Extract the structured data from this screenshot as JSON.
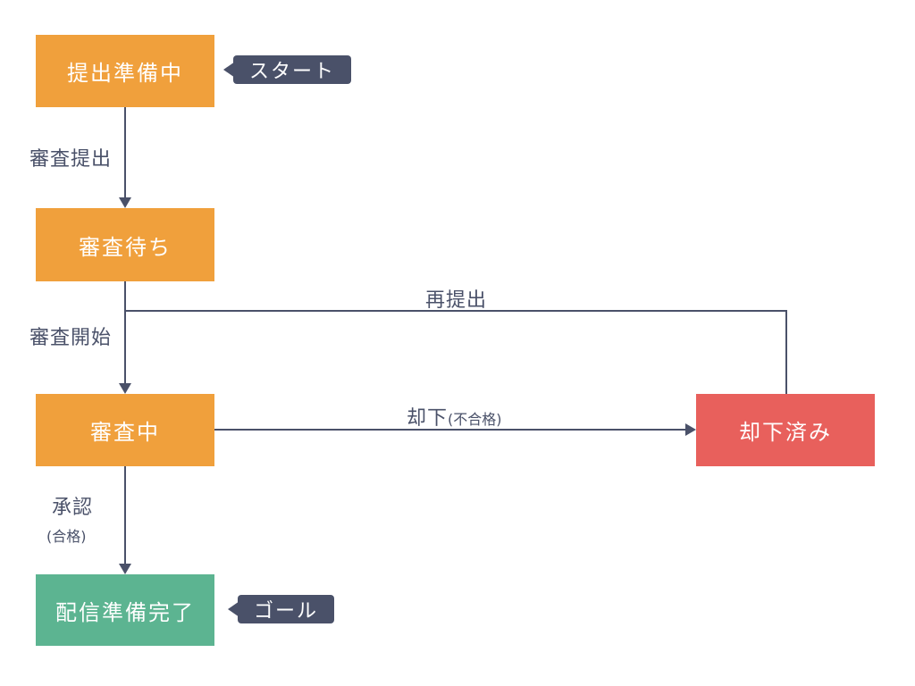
{
  "colors": {
    "state_orange": "#F0A03C",
    "rejected_red": "#E8605C",
    "done_green": "#5CB491",
    "badge_slate": "#4A5169",
    "line": "#4A5169",
    "node_text": "#FFFFFF",
    "background": "#FFFFFF"
  },
  "nodes": {
    "preparing": {
      "label": "提出準備中",
      "color": "#F0A03C"
    },
    "waiting": {
      "label": "審査待ち",
      "color": "#F0A03C"
    },
    "reviewing": {
      "label": "審査中",
      "color": "#F0A03C"
    },
    "rejected": {
      "label": "却下済み",
      "color": "#E8605C"
    },
    "ready": {
      "label": "配信準備完了",
      "color": "#5CB491"
    }
  },
  "badges": {
    "start": {
      "label": "スタート",
      "color": "#4A5169"
    },
    "goal": {
      "label": "ゴール",
      "color": "#4A5169"
    }
  },
  "edges": {
    "submit": {
      "label": "審査提出"
    },
    "begin": {
      "label": "審査開始"
    },
    "resubmit": {
      "label": "再提出"
    },
    "reject": {
      "label": "却下",
      "sublabel": "(不合格)"
    },
    "approve": {
      "label": "承認",
      "sublabel": "(合格)"
    }
  }
}
